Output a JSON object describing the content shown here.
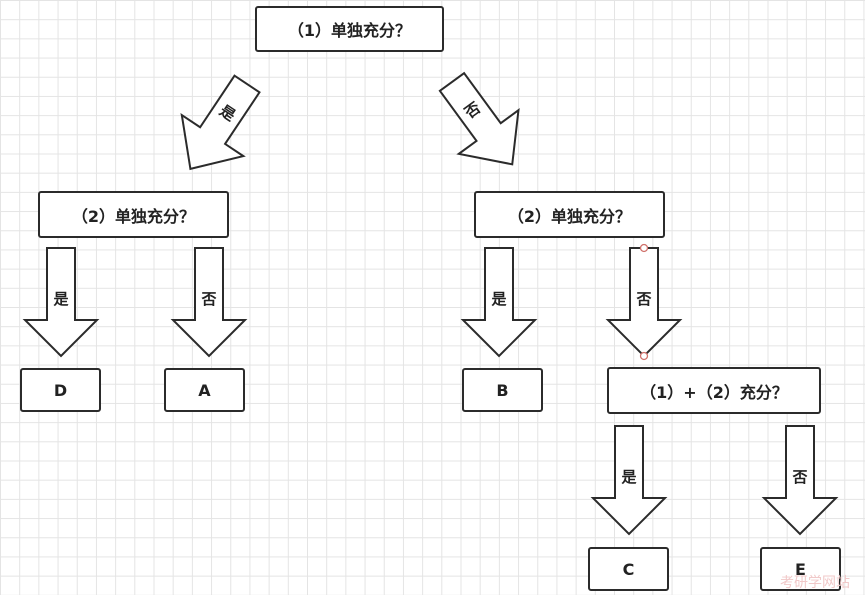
{
  "nodes": {
    "root": "（1）单独充分？",
    "left_q": "（2）单独充分？",
    "right_q": "（2）单独充分？",
    "combined_q": "（1）+（2）充分？",
    "d": "D",
    "a": "A",
    "b": "B",
    "c": "C",
    "e": "E"
  },
  "arrows": {
    "root_yes": "是",
    "root_no": "否",
    "left_yes": "是",
    "left_no": "否",
    "right_yes": "是",
    "right_no": "否",
    "combined_yes": "是",
    "combined_no": "否"
  },
  "watermark": "考研学网站"
}
